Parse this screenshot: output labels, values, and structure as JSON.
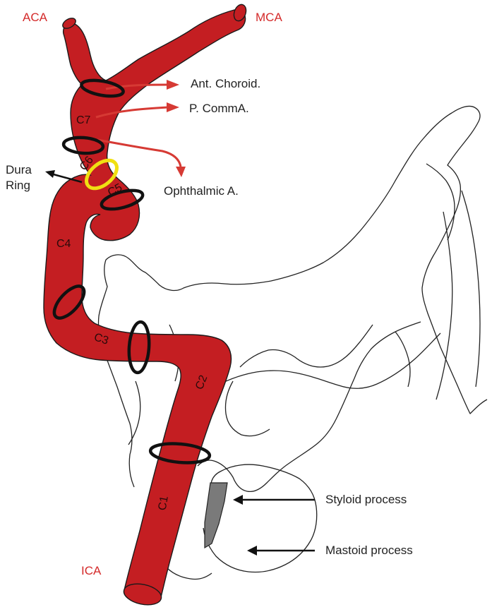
{
  "vessels": {
    "top_left": "ACA",
    "top_right": "MCA",
    "bottom": "ICA"
  },
  "branches": {
    "anterior_choroidal": "Ant. Choroid.",
    "posterior_communicating": "P. CommA.",
    "ophthalmic": "Ophthalmic A."
  },
  "dura_ring": {
    "line1": "Dura",
    "line2": "Ring"
  },
  "segments": [
    "C1",
    "C2",
    "C3",
    "C4",
    "C5",
    "C6",
    "C7"
  ],
  "bony_landmarks": {
    "styloid": "Styloid process",
    "mastoid": "Mastoid process"
  },
  "colors": {
    "artery": "#c41e22",
    "artery_label": "#d42a2a",
    "ring": "#111111",
    "dura_ring": "#f0e012",
    "styloid_fill": "#7a7a7a"
  }
}
